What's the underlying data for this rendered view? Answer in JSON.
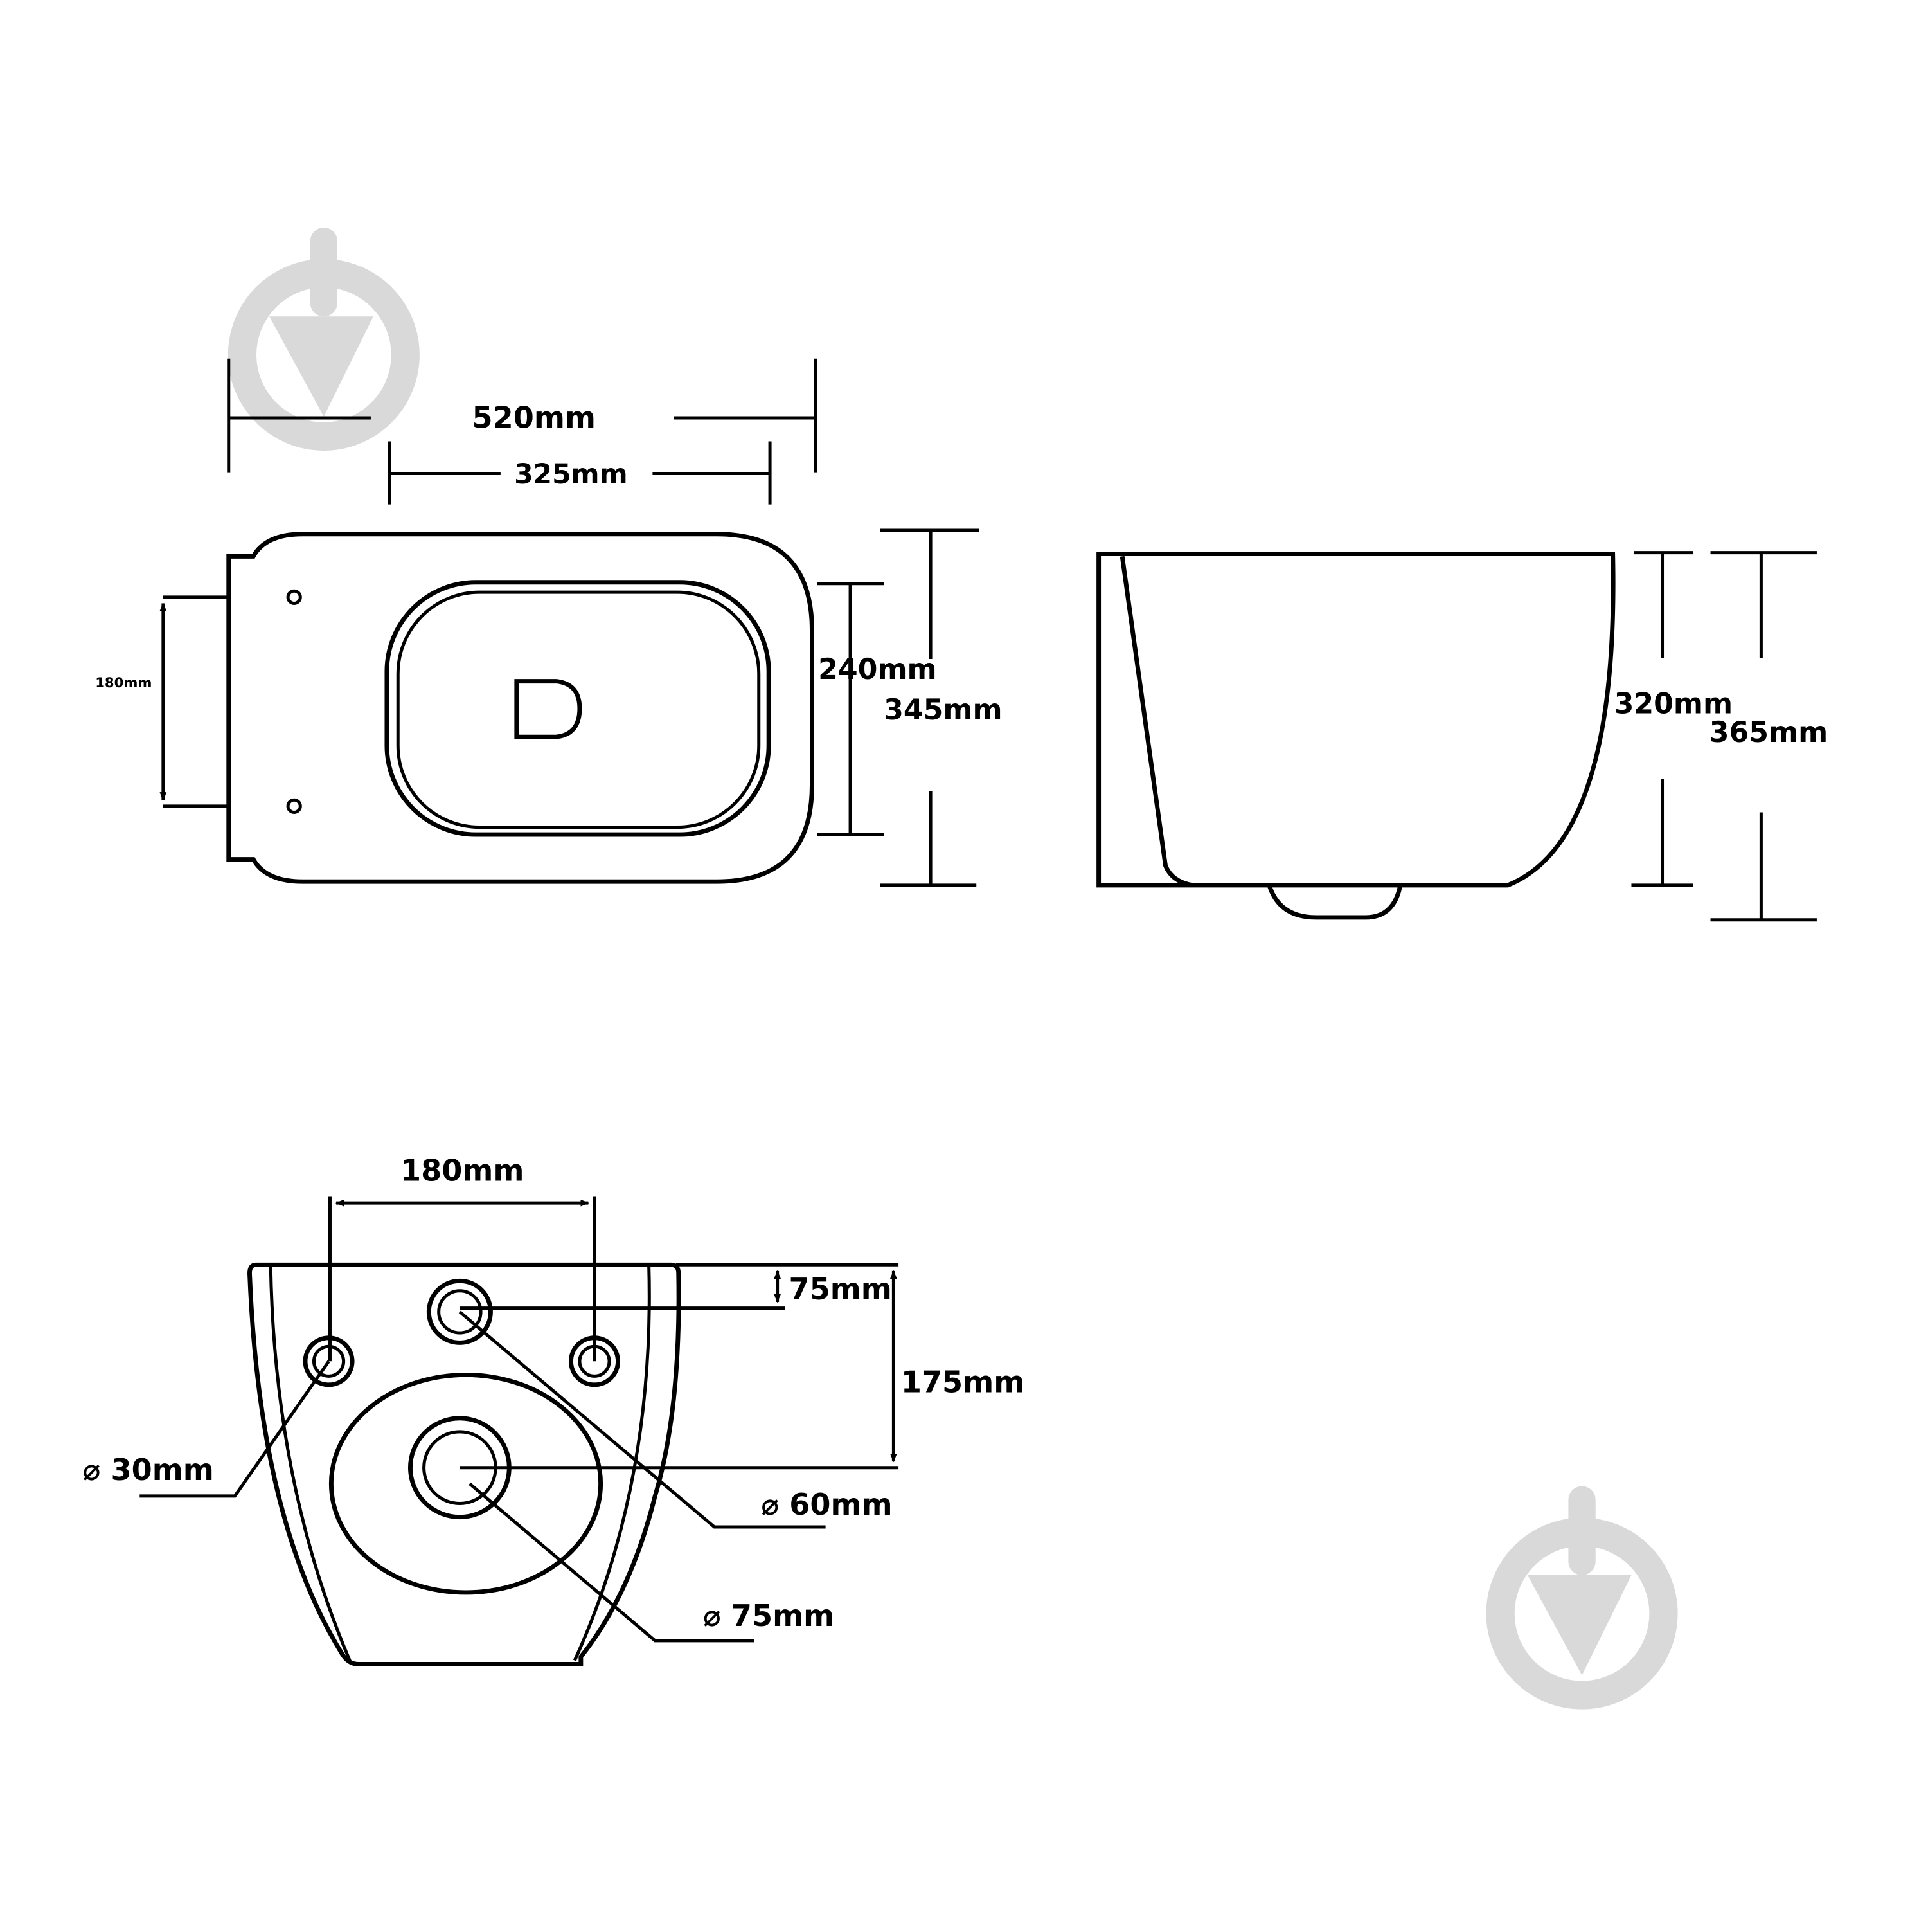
{
  "top_view": {
    "length": "520mm",
    "inner_length": "325mm",
    "bracket_spacing": "180mm",
    "inner_width": "240mm",
    "width": "345mm"
  },
  "side_view": {
    "height": "320mm",
    "total_height": "365mm"
  },
  "rear_view": {
    "bolt_spacing": "180mm",
    "inlet_offset": "75mm",
    "outlet_offset": "175mm",
    "bolt_diameter": "⌀ 30mm",
    "inlet_diameter": "⌀ 60mm",
    "outlet_diameter": "⌀ 75mm"
  },
  "watermark_icon": "drop-arrow-logo",
  "colors": {
    "line": "#000000",
    "watermark": "#d9d9d9",
    "background": "#ffffff"
  }
}
